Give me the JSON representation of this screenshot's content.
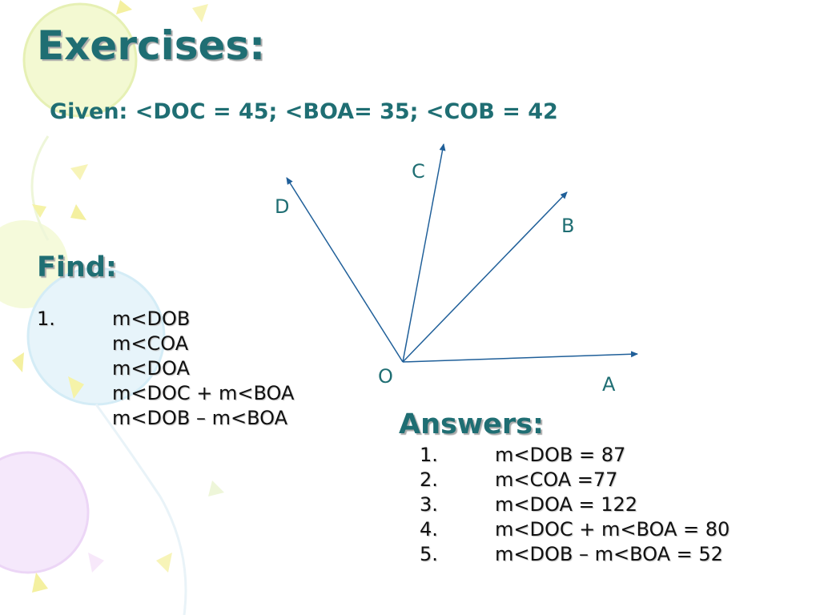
{
  "slide": {
    "title": "Exercises:",
    "given": "Given: <DOC = 45; <BOA= 35; <COB = 42"
  },
  "find": {
    "heading": "Find:",
    "number": "1.",
    "items": [
      "m<DOB",
      "m<COA",
      "m<DOA",
      "m<DOC + m<BOA",
      "m<DOB – m<BOA"
    ]
  },
  "diagram": {
    "labels": {
      "o": "O",
      "a": "A",
      "b": "B",
      "c": "C",
      "d": "D"
    },
    "line_color": "#1f5f99"
  },
  "answers": {
    "heading": "Answers:",
    "items": [
      {
        "num": "1.",
        "text": "m<DOB = 87"
      },
      {
        "num": "2.",
        "text": "m<COA =77"
      },
      {
        "num": "3.",
        "text": "m<DOA = 122"
      },
      {
        "num": "4.",
        "text": "m<DOC + m<BOA = 80"
      },
      {
        "num": "5.",
        "text": "m<DOB – m<BOA = 52"
      }
    ]
  },
  "colors": {
    "heading": "#1f6e73",
    "body_text": "#111111",
    "background": "#ffffff"
  }
}
